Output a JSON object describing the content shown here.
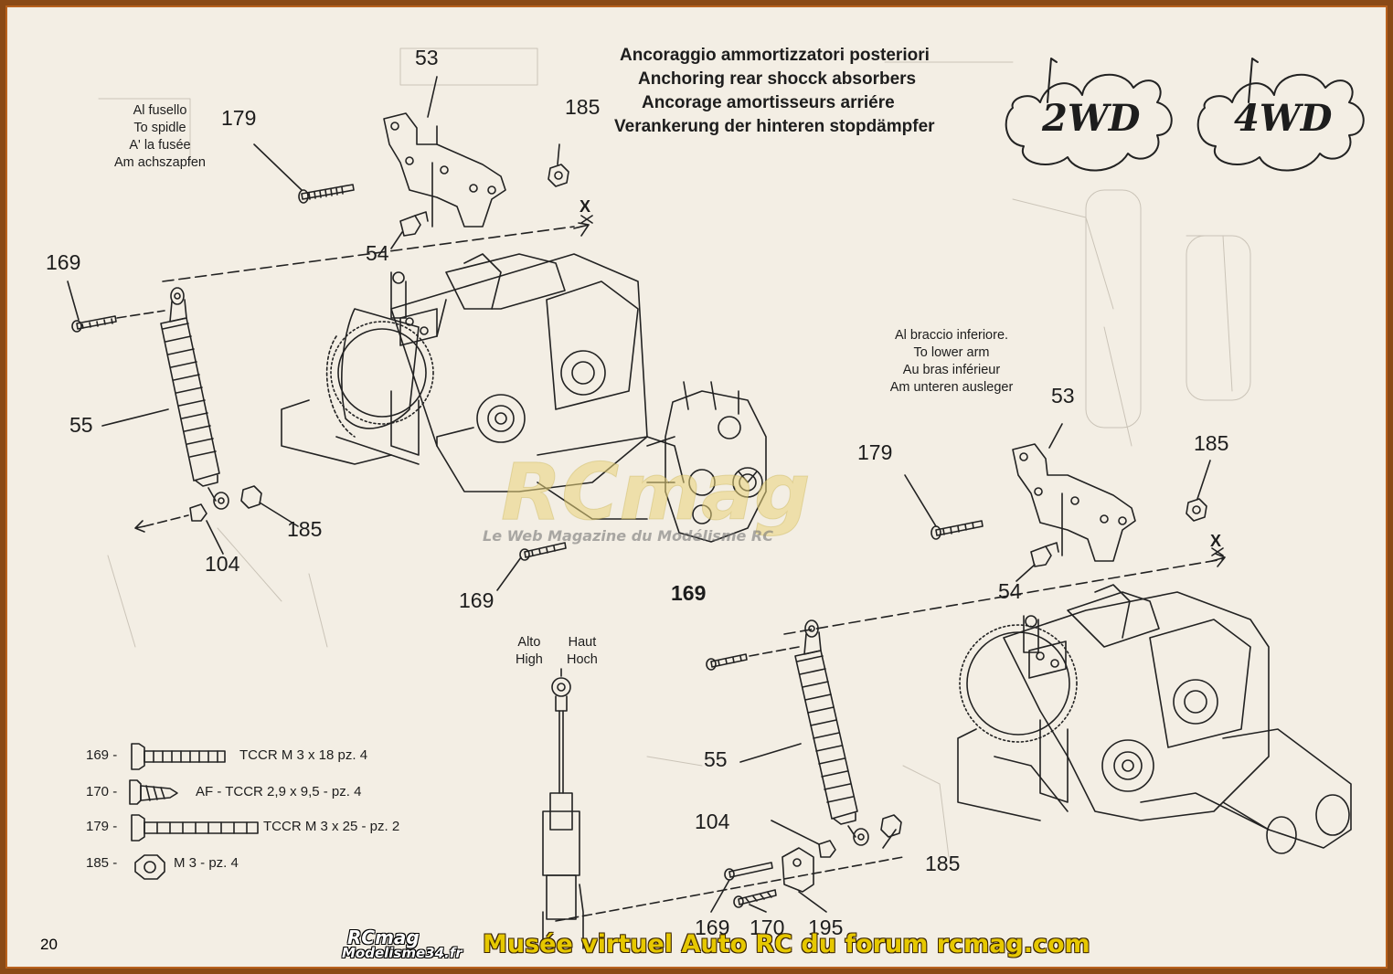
{
  "title": {
    "it": "Ancoraggio ammortizzatori posteriori",
    "en": "Anchoring rear shocck absorbers",
    "fr": "Ancorage amortisseurs arriére",
    "de": "Verankerung der hinteren stopdämpfer"
  },
  "badges": {
    "left": "2WD",
    "right": "4WD"
  },
  "note_spindle": [
    "Al fusello",
    "To spidle",
    "A' la fusée",
    "Am achszapfen"
  ],
  "note_lower_arm": [
    "Al braccio inferiore.",
    "To lower arm",
    "Au bras inférieur",
    "Am unteren ausleger"
  ],
  "note_high": {
    "it": "Alto",
    "en": "High",
    "fr": "Haut",
    "de": "Hoch"
  },
  "part_numbers": {
    "p53a": "53",
    "p179a": "179",
    "p185a": "185",
    "p54a": "54",
    "p169a": "169",
    "p55a": "55",
    "p185b": "185",
    "p104a": "104",
    "p169b": "169",
    "p53b": "53",
    "p179b": "179",
    "p185c": "185",
    "p54b": "54",
    "p169c": "169",
    "p55b": "55",
    "p104b": "104",
    "p185d": "185",
    "p169d": "169",
    "p170": "170",
    "p195": "195",
    "xa": "X",
    "xb": "X"
  },
  "legend": [
    {
      "code": "169 -",
      "desc": "TCCR M 3 x 18 pz. 4"
    },
    {
      "code": "170 -",
      "desc": "AF - TCCR  2,9 x 9,5 - pz. 4"
    },
    {
      "code": "179 -",
      "desc": "TCCR M 3 x 25 - pz. 2"
    },
    {
      "code": "185 -",
      "desc": "M 3 - pz. 4"
    }
  ],
  "page_number": "20",
  "watermark": {
    "brand": "RCmag",
    "tagline": "Le Web Magazine du Modélisme RC"
  },
  "logo": {
    "line1": "RCmag",
    "line2": "Modelisme34.fr"
  },
  "footer": "Musée virtuel Auto RC du forum rcmag.com",
  "colors": {
    "paper": "#f3eee4",
    "frame": "#b8621e",
    "footer_text": "#e6c800",
    "watermark": "#e9d37a"
  }
}
